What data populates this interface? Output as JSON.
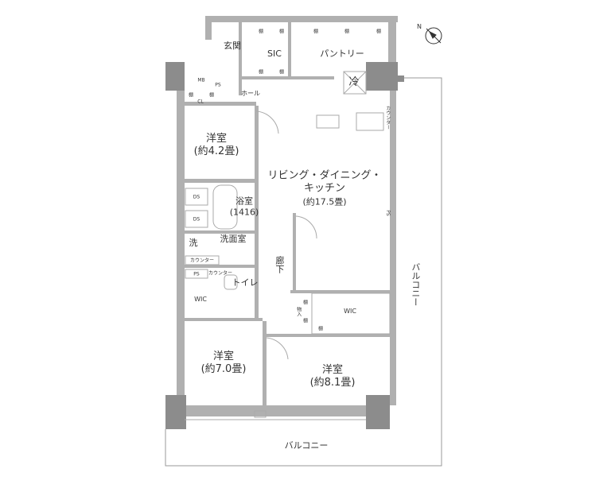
{
  "rooms": {
    "genkan": "玄関",
    "sic": "SIC",
    "pantry": "パントリー",
    "hall": "ホール",
    "fridge": "冷",
    "mb": "MB",
    "ps": "PS",
    "cl": "CL",
    "shelf": "棚",
    "counter": "カウンター",
    "western1": {
      "name": "洋室",
      "size": "(約4.2畳)"
    },
    "ldk": {
      "name1": "リビング・ダイニング・",
      "name2": "キッチン",
      "size": "(約17.5畳)"
    },
    "bath": {
      "name": "浴室",
      "size": "(1416)"
    },
    "ds": "DS",
    "laundry": "洗",
    "washroom": "洗面室",
    "toilet": "トイレ",
    "corridor": "廊下",
    "wic": "WIC",
    "storage": "物入",
    "western2": {
      "name": "洋室",
      "size": "(約7.0畳)"
    },
    "western3": {
      "name": "洋室",
      "size": "(約8.1畳)"
    },
    "balcony": "バルコニー"
  },
  "compass": "N",
  "colors": {
    "wall": "#a9a9a9",
    "pillar": "#8c8c8c",
    "line": "#9a9a9a"
  }
}
